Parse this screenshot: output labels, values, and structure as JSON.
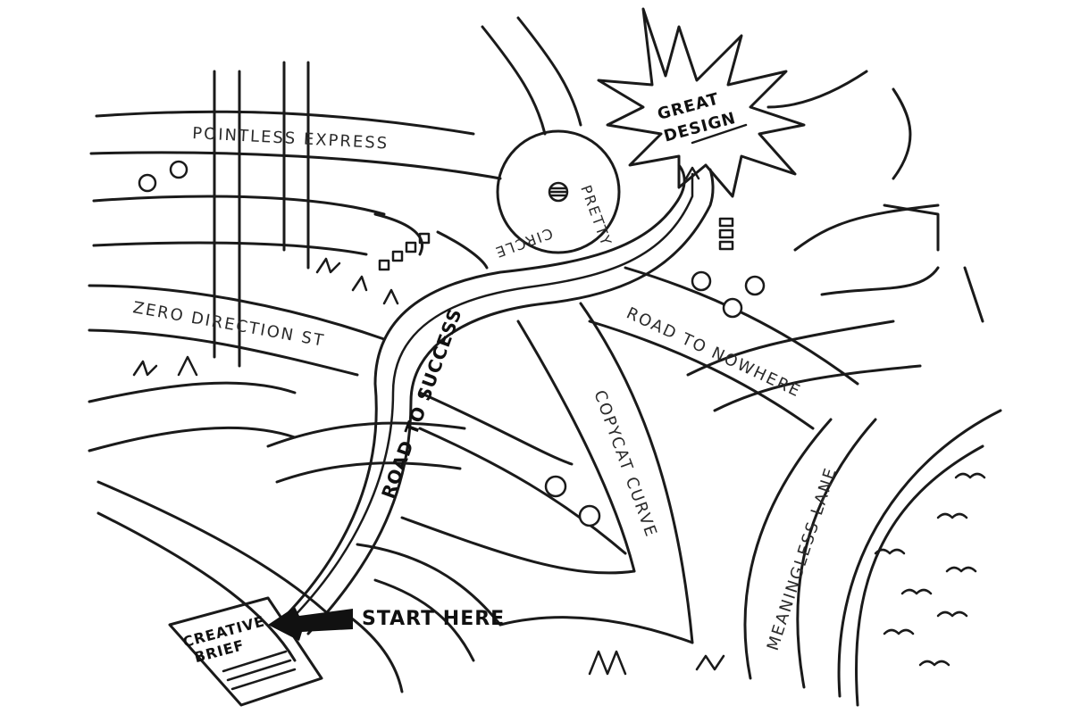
{
  "labels": {
    "pointless_express": "POINTLESS EXPRESS",
    "pretty_circle_top": "PRETTY",
    "pretty_circle_bottom": "CIRCLE",
    "great_design_1": "GREAT",
    "great_design_2": "DESIGN",
    "zero_direction": "ZERO DIRECTION ST",
    "road_to_success": "ROAD TO SUCCESS",
    "road_to_nowhere": "ROAD TO NOWHERE",
    "copycat_curve": "COPYCAT CURVE",
    "meaningless_lane": "MEANINGLESS LANE",
    "start_here": "START HERE",
    "creative_brief_1": "CREATIVE",
    "creative_brief_2": "BRIEF"
  }
}
